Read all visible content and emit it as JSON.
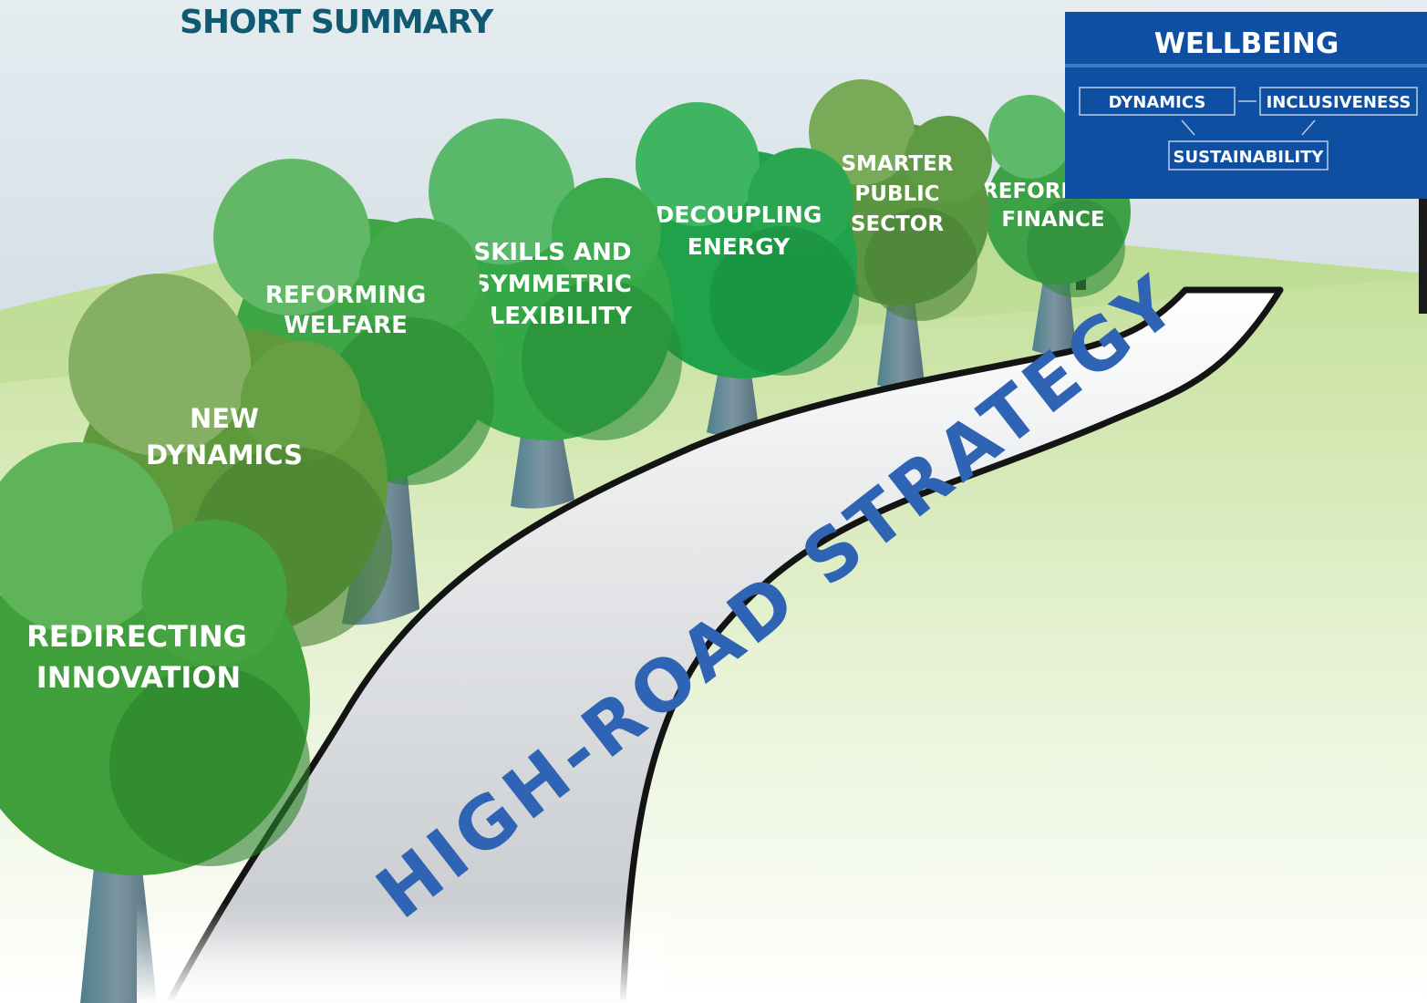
{
  "page": {
    "title": "SHORT SUMMARY",
    "title_color": "#0f5a70"
  },
  "road": {
    "label": "HIGH-ROAD STRATEGY",
    "label_color": "#2f63b3"
  },
  "wellbeing_panel": {
    "title": "WELLBEING",
    "color": "#0e4fa2",
    "items": {
      "dynamics": "DYNAMICS",
      "inclusiveness": "INCLUSIVENESS",
      "sustainability": "SUSTAINABILITY"
    }
  },
  "trees": [
    {
      "lines": [
        "REDIRECTING",
        "INNOVATION"
      ],
      "color": "#3f9f3b"
    },
    {
      "lines": [
        "NEW",
        "DYNAMICS"
      ],
      "color": "#5e9a3c"
    },
    {
      "lines": [
        "REFORMING",
        "WELFARE"
      ],
      "color": "#3ea645"
    },
    {
      "lines": [
        "SKILLS AND",
        "SYMMETRIC",
        "FLEXIBILITY"
      ],
      "color": "#35a747"
    },
    {
      "lines": [
        "DECOUPLING",
        "ENERGY"
      ],
      "color": "#20a24a"
    },
    {
      "lines": [
        "SMARTER",
        "PUBLIC",
        "SECTOR"
      ],
      "color": "#5a9640"
    },
    {
      "lines": [
        "REFORMING",
        "FINANCE"
      ],
      "color": "#3da146"
    }
  ]
}
